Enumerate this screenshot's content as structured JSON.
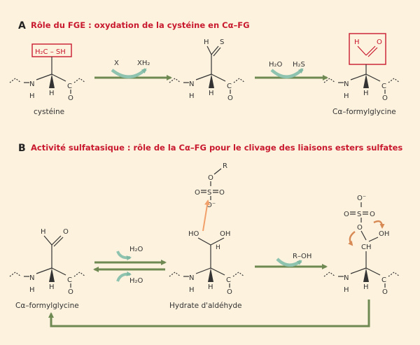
{
  "panel_a": {
    "letter": "A",
    "title": "Rôle du FGE : oxydation de la cystéine en Cα–FG",
    "step1": {
      "reagent_left": "X",
      "reagent_right": "XH₂"
    },
    "step2": {
      "reagent_left": "H₂O",
      "reagent_right": "H₂S"
    },
    "molecules": {
      "cysteine": {
        "sidechain": "H₂C – SH",
        "name": "cystéine"
      },
      "thioaldehyde": {
        "S": "S",
        "H": "H"
      },
      "cafg": {
        "H": "H",
        "O": "O",
        "name": "Cα–formylglycine"
      }
    }
  },
  "panel_b": {
    "letter": "B",
    "title": "Activité sulfatasique : rôle de la Cα–FG pour le clivage des liaisons esters sulfates",
    "equilibrium": {
      "top": "H₂O",
      "bottom": "H₂O"
    },
    "step2": {
      "reagent": "R–OH"
    },
    "molecules": {
      "cafg": {
        "H": "H",
        "O": "O",
        "name": "Cα–formylglycine"
      },
      "hydrate": {
        "HO_left": "HO",
        "OH_right": "OH",
        "H_center": "H",
        "name": "Hydrate d'aldéhyde"
      },
      "sulfate_ester": {
        "R": "R",
        "O_link": "O",
        "S": "S",
        "O_left": "O",
        "O_right": "O",
        "O_minus": "O⁻"
      },
      "intermediate": {
        "O_minus_top": "O⁻",
        "O_link": "O",
        "S": "S",
        "O_left": "O",
        "O_right": "O",
        "OH": "OH",
        "CH": "CH"
      }
    }
  },
  "backbone": {
    "N": "N",
    "H_N": "H",
    "H_alpha": "H",
    "C": "C",
    "O": "O"
  },
  "colors": {
    "background": "#fdf2de",
    "title": "#c8192e",
    "arrow": "#6e8a52",
    "swirl": "#8ec3b0",
    "attack": "#f2a06a",
    "box": "#c8192e"
  }
}
